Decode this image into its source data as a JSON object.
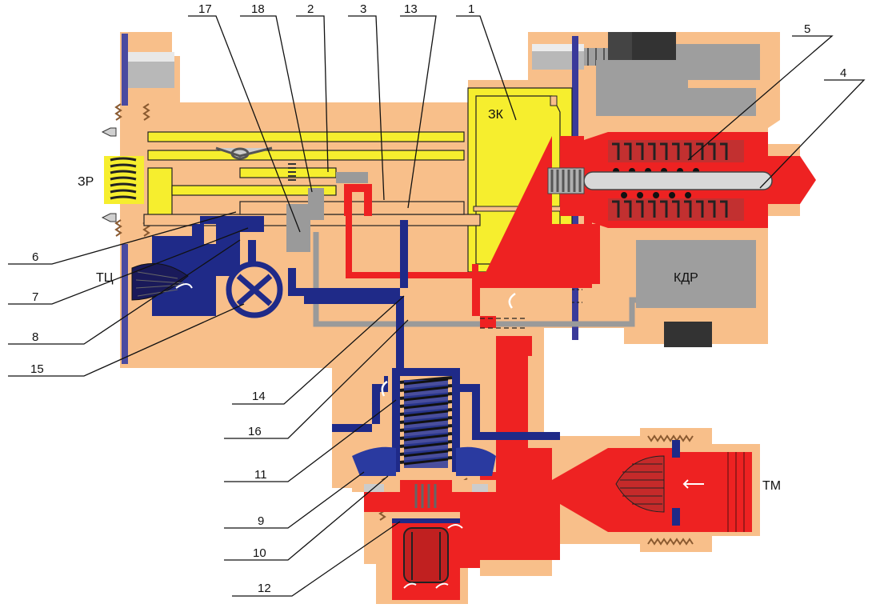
{
  "diagram": {
    "colors": {
      "body": "#f8bf8a",
      "supply_yellow": "#f6ee2e",
      "brake_pipe_red": "#ee2222",
      "cylinder_blue": "#1f2a88",
      "chamber_gray": "#9a9a9a",
      "steel_gray": "#c8c8c8",
      "line_black": "#111111"
    },
    "callouts": {
      "c1": "1",
      "c2": "2",
      "c3": "3",
      "c4": "4",
      "c5": "5",
      "c6": "6",
      "c7": "7",
      "c8": "8",
      "c9": "9",
      "c10": "10",
      "c11": "11",
      "c12": "12",
      "c13": "13",
      "c14": "14",
      "c15": "15",
      "c16": "16",
      "c17": "17",
      "c18": "18"
    },
    "labels": {
      "zr": "ЗР",
      "tc": "ТЦ",
      "zk": "ЗК",
      "kdr": "КДР",
      "tm": "ТМ"
    }
  }
}
